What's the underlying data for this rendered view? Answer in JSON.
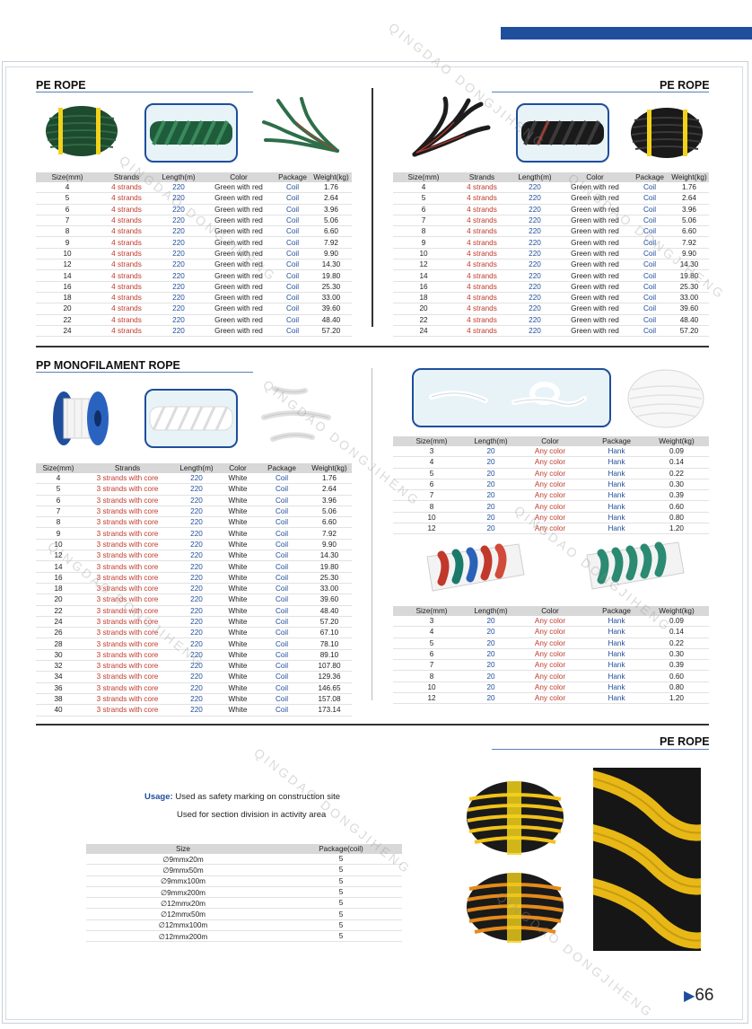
{
  "brand": {
    "accent": "#1f4e9c",
    "strand_red": "#c0392b"
  },
  "watermark": "QINGDAO DONGJIHENG",
  "page_number": "66",
  "pe_left": {
    "title": "PE ROPE",
    "headers": [
      "Size(mm)",
      "Strands",
      "Length(m)",
      "Color",
      "Package",
      "Weight(kg)"
    ],
    "rows": [
      [
        "4",
        "4 strands",
        "220",
        "Green with red",
        "Coil",
        "1.76"
      ],
      [
        "5",
        "4 strands",
        "220",
        "Green with red",
        "Coil",
        "2.64"
      ],
      [
        "6",
        "4 strands",
        "220",
        "Green with red",
        "Coil",
        "3.96"
      ],
      [
        "7",
        "4 strands",
        "220",
        "Green with red",
        "Coil",
        "5.06"
      ],
      [
        "8",
        "4 strands",
        "220",
        "Green with red",
        "Coil",
        "6.60"
      ],
      [
        "9",
        "4 strands",
        "220",
        "Green with red",
        "Coil",
        "7.92"
      ],
      [
        "10",
        "4 strands",
        "220",
        "Green with red",
        "Coil",
        "9.90"
      ],
      [
        "12",
        "4 strands",
        "220",
        "Green with red",
        "Coil",
        "14.30"
      ],
      [
        "14",
        "4 strands",
        "220",
        "Green with red",
        "Coil",
        "19.80"
      ],
      [
        "16",
        "4 strands",
        "220",
        "Green with red",
        "Coil",
        "25.30"
      ],
      [
        "18",
        "4 strands",
        "220",
        "Green with red",
        "Coil",
        "33.00"
      ],
      [
        "20",
        "4 strands",
        "220",
        "Green with red",
        "Coil",
        "39.60"
      ],
      [
        "22",
        "4 strands",
        "220",
        "Green with red",
        "Coil",
        "48.40"
      ],
      [
        "24",
        "4 strands",
        "220",
        "Green with red",
        "Coil",
        "57.20"
      ]
    ]
  },
  "pe_right": {
    "title": "PE ROPE",
    "headers": [
      "Size(mm)",
      "Strands",
      "Length(m)",
      "Color",
      "Package",
      "Weight(kg)"
    ],
    "rows": [
      [
        "4",
        "4 strands",
        "220",
        "Green with red",
        "Coil",
        "1.76"
      ],
      [
        "5",
        "4 strands",
        "220",
        "Green with red",
        "Coil",
        "2.64"
      ],
      [
        "6",
        "4 strands",
        "220",
        "Green with red",
        "Coil",
        "3.96"
      ],
      [
        "7",
        "4 strands",
        "220",
        "Green with red",
        "Coil",
        "5.06"
      ],
      [
        "8",
        "4 strands",
        "220",
        "Green with red",
        "Coil",
        "6.60"
      ],
      [
        "9",
        "4 strands",
        "220",
        "Green with red",
        "Coil",
        "7.92"
      ],
      [
        "10",
        "4 strands",
        "220",
        "Green with red",
        "Coil",
        "9.90"
      ],
      [
        "12",
        "4 strands",
        "220",
        "Green with red",
        "Coil",
        "14.30"
      ],
      [
        "14",
        "4 strands",
        "220",
        "Green with red",
        "Coil",
        "19.80"
      ],
      [
        "16",
        "4 strands",
        "220",
        "Green with red",
        "Coil",
        "25.30"
      ],
      [
        "18",
        "4 strands",
        "220",
        "Green with red",
        "Coil",
        "33.00"
      ],
      [
        "20",
        "4 strands",
        "220",
        "Green with red",
        "Coil",
        "39.60"
      ],
      [
        "22",
        "4 strands",
        "220",
        "Green with red",
        "Coil",
        "48.40"
      ],
      [
        "24",
        "4 strands",
        "220",
        "Green with red",
        "Coil",
        "57.20"
      ]
    ]
  },
  "pp_mono": {
    "title": "PP MONOFILAMENT ROPE",
    "headers": [
      "Size(mm)",
      "Strands",
      "Length(m)",
      "Color",
      "Package",
      "Weight(kg)"
    ],
    "rows": [
      [
        "4",
        "3 strands with core",
        "220",
        "White",
        "Coil",
        "1.76"
      ],
      [
        "5",
        "3 strands with core",
        "220",
        "White",
        "Coil",
        "2.64"
      ],
      [
        "6",
        "3 strands with core",
        "220",
        "White",
        "Coil",
        "3.96"
      ],
      [
        "7",
        "3 strands with core",
        "220",
        "White",
        "Coil",
        "5.06"
      ],
      [
        "8",
        "3 strands with core",
        "220",
        "White",
        "Coil",
        "6.60"
      ],
      [
        "9",
        "3 strands with core",
        "220",
        "White",
        "Coil",
        "7.92"
      ],
      [
        "10",
        "3 strands with core",
        "220",
        "White",
        "Coil",
        "9.90"
      ],
      [
        "12",
        "3 strands with core",
        "220",
        "White",
        "Coil",
        "14.30"
      ],
      [
        "14",
        "3 strands with core",
        "220",
        "White",
        "Coil",
        "19.80"
      ],
      [
        "16",
        "3 strands with core",
        "220",
        "White",
        "Coil",
        "25.30"
      ],
      [
        "18",
        "3 strands with core",
        "220",
        "White",
        "Coil",
        "33.00"
      ],
      [
        "20",
        "3 strands with core",
        "220",
        "White",
        "Coil",
        "39.60"
      ],
      [
        "22",
        "3 strands with core",
        "220",
        "White",
        "Coil",
        "48.40"
      ],
      [
        "24",
        "3 strands with core",
        "220",
        "White",
        "Coil",
        "57.20"
      ],
      [
        "26",
        "3 strands with core",
        "220",
        "White",
        "Coil",
        "67.10"
      ],
      [
        "28",
        "3 strands with core",
        "220",
        "White",
        "Coil",
        "78.10"
      ],
      [
        "30",
        "3 strands with core",
        "220",
        "White",
        "Coil",
        "89.10"
      ],
      [
        "32",
        "3 strands with core",
        "220",
        "White",
        "Coil",
        "107.80"
      ],
      [
        "34",
        "3 strands with core",
        "220",
        "White",
        "Coil",
        "129.36"
      ],
      [
        "36",
        "3 strands with core",
        "220",
        "White",
        "Coil",
        "146.65"
      ],
      [
        "38",
        "3 strands with core",
        "220",
        "White",
        "Coil",
        "157.08"
      ],
      [
        "40",
        "3 strands with core",
        "220",
        "White",
        "Coil",
        "173.14"
      ]
    ]
  },
  "hank1": {
    "headers": [
      "Size(mm)",
      "Length(m)",
      "Color",
      "Package",
      "Weight(kg)"
    ],
    "rows": [
      [
        "3",
        "20",
        "Any color",
        "Hank",
        "0.09"
      ],
      [
        "4",
        "20",
        "Any color",
        "Hank",
        "0.14"
      ],
      [
        "5",
        "20",
        "Any color",
        "Hank",
        "0.22"
      ],
      [
        "6",
        "20",
        "Any color",
        "Hank",
        "0.30"
      ],
      [
        "7",
        "20",
        "Any color",
        "Hank",
        "0.39"
      ],
      [
        "8",
        "20",
        "Any color",
        "Hank",
        "0.60"
      ],
      [
        "10",
        "20",
        "Any color",
        "Hank",
        "0.80"
      ],
      [
        "12",
        "20",
        "Any color",
        "Hank",
        "1.20"
      ]
    ]
  },
  "hank2": {
    "headers": [
      "Size(mm)",
      "Length(m)",
      "Color",
      "Package",
      "Weight(kg)"
    ],
    "rows": [
      [
        "3",
        "20",
        "Any color",
        "Hank",
        "0.09"
      ],
      [
        "4",
        "20",
        "Any color",
        "Hank",
        "0.14"
      ],
      [
        "5",
        "20",
        "Any color",
        "Hank",
        "0.22"
      ],
      [
        "6",
        "20",
        "Any color",
        "Hank",
        "0.30"
      ],
      [
        "7",
        "20",
        "Any color",
        "Hank",
        "0.39"
      ],
      [
        "8",
        "20",
        "Any color",
        "Hank",
        "0.60"
      ],
      [
        "10",
        "20",
        "Any color",
        "Hank",
        "0.80"
      ],
      [
        "12",
        "20",
        "Any color",
        "Hank",
        "1.20"
      ]
    ]
  },
  "pe_bottom": {
    "title": "PE ROPE",
    "usage_label": "Usage:",
    "usage_text1": "Used as safety marking on construction site",
    "usage_text2": "Used for section division in activity area",
    "headers": [
      "Size",
      "Package(coil)"
    ],
    "rows": [
      [
        "∅9mmx20m",
        "5"
      ],
      [
        "∅9mmx50m",
        "5"
      ],
      [
        "∅9mmx100m",
        "5"
      ],
      [
        "∅9mmx200m",
        "5"
      ],
      [
        "∅12mmx20m",
        "5"
      ],
      [
        "∅12mmx50m",
        "5"
      ],
      [
        "∅12mmx100m",
        "5"
      ],
      [
        "∅12mmx200m",
        "5"
      ]
    ]
  }
}
